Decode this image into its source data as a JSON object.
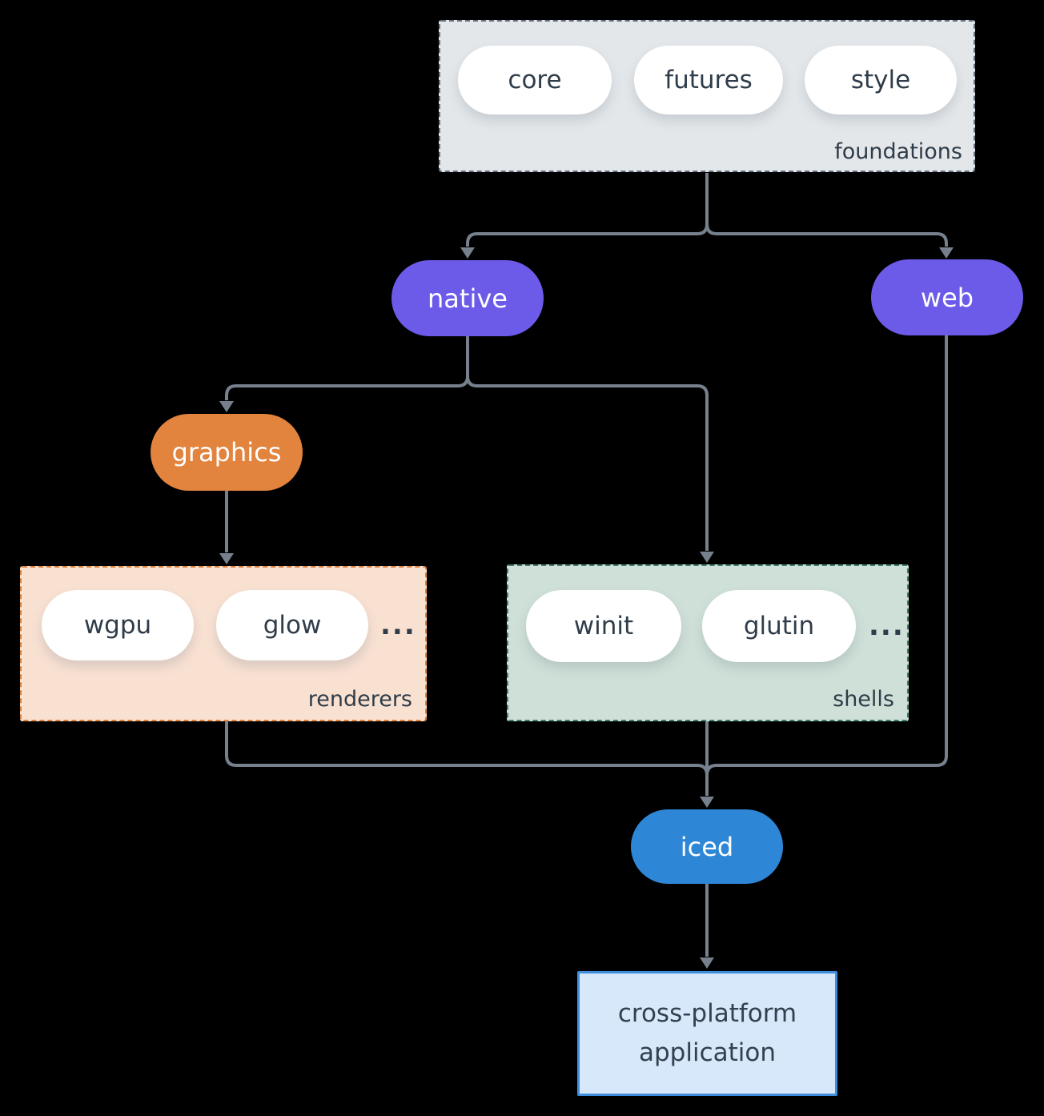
{
  "diagram": {
    "colors": {
      "background": "#000000",
      "connector": "#76818d",
      "node_purple": "#6c5be8",
      "node_orange": "#e2833e",
      "node_blue": "#2e86d6",
      "text_dark": "#2f3c49",
      "foundations_fill": "#e3e7ea",
      "foundations_border": "#64727f",
      "renderers_fill": "#f9e1d2",
      "renderers_border": "#e0813c",
      "shells_fill": "#cfe0d8",
      "shells_border": "#3b7d6e",
      "application_fill": "#d6e8f9",
      "application_border": "#3f8edd"
    },
    "groups": {
      "foundations": {
        "label": "foundations",
        "items": [
          "core",
          "futures",
          "style"
        ]
      },
      "renderers": {
        "label": "renderers",
        "items": [
          "wgpu",
          "glow"
        ],
        "ellipsis": "..."
      },
      "shells": {
        "label": "shells",
        "items": [
          "winit",
          "glutin"
        ],
        "ellipsis": "..."
      }
    },
    "nodes": {
      "native": {
        "label": "native"
      },
      "web": {
        "label": "web"
      },
      "graphics": {
        "label": "graphics"
      },
      "iced": {
        "label": "iced"
      },
      "application": {
        "lines": [
          "cross-platform",
          "application"
        ]
      }
    }
  }
}
